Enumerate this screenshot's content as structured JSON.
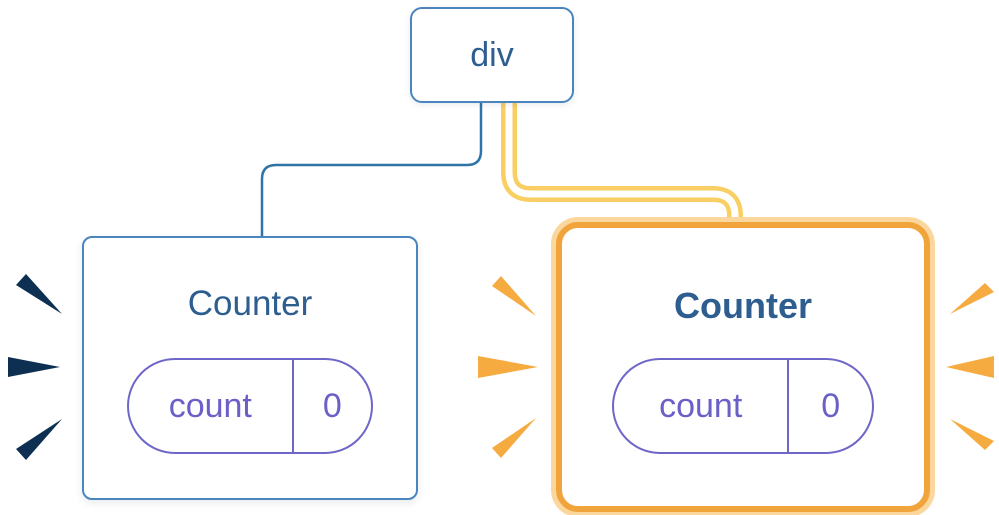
{
  "diagram": {
    "root": {
      "label": "div"
    },
    "children": [
      {
        "id": "counter-left",
        "title": "Counter",
        "highlighted": false,
        "state": {
          "key": "count",
          "value": "0"
        }
      },
      {
        "id": "counter-right",
        "title": "Counter",
        "highlighted": true,
        "state": {
          "key": "count",
          "value": "0"
        }
      }
    ],
    "colors": {
      "box_border_blue": "#4a86bd",
      "title_blue": "#2d5e8f",
      "connector_blue": "#2f74a8",
      "sparkle_navy": "#0d2f52",
      "pill_purple": "#6e66c8",
      "highlight_orange": "#f2a43c",
      "highlight_orange_light": "#fbd79e",
      "tube_yellow": "#f9cf63",
      "sparkle_orange": "#f5ab3f",
      "background": "#ffffff"
    }
  }
}
